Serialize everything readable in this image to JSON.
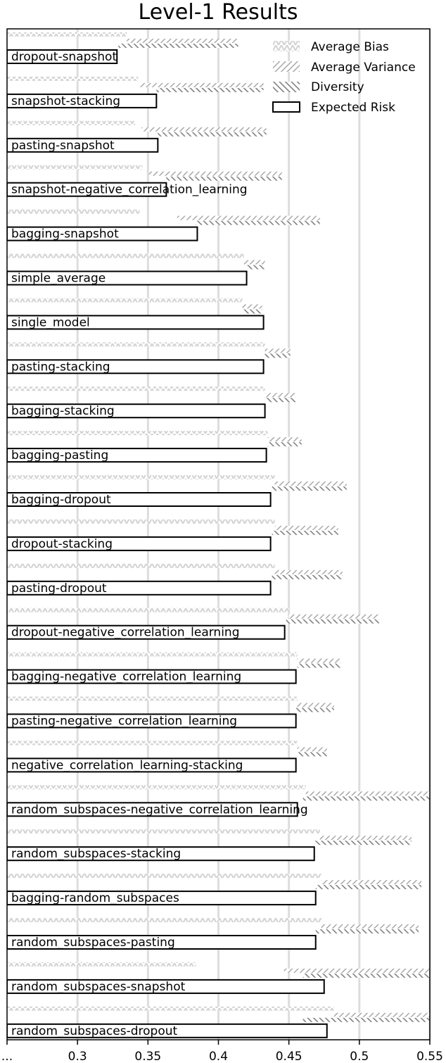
{
  "chart_data": {
    "type": "bar",
    "orientation": "horizontal",
    "title": "Level-1 Results",
    "xlabel": "",
    "ylabel": "",
    "xlim": [
      0.25,
      0.55
    ],
    "x_ticks": [
      0.3,
      0.35,
      0.4,
      0.45,
      0.5,
      0.55
    ],
    "x_tick_labels": [
      "...",
      "0.3",
      "0.35",
      "0.4",
      "0.45",
      "0.5",
      "0.55"
    ],
    "grid": "vertical",
    "legend_position": "top-right",
    "legend": [
      "Average Bias",
      "Average Variance",
      "Diversity",
      "Expected Risk"
    ],
    "colors": {
      "bias": "#d3d3d3",
      "variance": "#a9a9a9",
      "diversity": "#808080",
      "risk_edge": "#000000",
      "grid": "#dddddd"
    },
    "categories": [
      "dropout-snapshot",
      "snapshot-stacking",
      "pasting-snapshot",
      "snapshot-negative_correlation_learning",
      "bagging-snapshot",
      "simple_average",
      "single_model",
      "pasting-stacking",
      "bagging-stacking",
      "bagging-pasting",
      "bagging-dropout",
      "dropout-stacking",
      "pasting-dropout",
      "dropout-negative_correlation_learning",
      "bagging-negative_correlation_learning",
      "pasting-negative_correlation_learning",
      "negative_correlation_learning-stacking",
      "random_subspaces-negative_correlation_learning",
      "random_subspaces-stacking",
      "bagging-random_subspaces",
      "random_subspaces-pasting",
      "random_subspaces-snapshot",
      "random_subspaces-dropout"
    ],
    "series": [
      {
        "name": "Average Bias",
        "values": [
          0.335,
          0.343,
          0.341,
          0.346,
          0.344,
          0.418,
          0.417,
          0.433,
          0.433,
          0.435,
          0.44,
          0.44,
          0.44,
          0.45,
          0.456,
          0.456,
          0.456,
          0.462,
          0.472,
          0.473,
          0.473,
          0.384,
          0.482
        ]
      },
      {
        "name": "Average Variance",
        "values": [
          0.414,
          0.432,
          0.434,
          0.445,
          0.472,
          0.433,
          0.431,
          0.451,
          0.455,
          0.459,
          0.491,
          0.485,
          0.488,
          0.514,
          0.487,
          0.482,
          0.477,
          0.55,
          0.537,
          0.544,
          0.542,
          0.55,
          0.55
        ]
      },
      {
        "name": "Diversity",
        "values": [
          0.085,
          0.076,
          0.077,
          0.082,
          0.088,
          0.013,
          0.013,
          0.018,
          0.021,
          0.024,
          0.053,
          0.047,
          0.05,
          0.066,
          0.031,
          0.027,
          0.021,
          0.09,
          0.069,
          0.075,
          0.073,
          0.09,
          0.09
        ]
      },
      {
        "name": "Expected Risk",
        "values": [
          0.328,
          0.356,
          0.357,
          0.363,
          0.385,
          0.42,
          0.432,
          0.432,
          0.433,
          0.434,
          0.437,
          0.437,
          0.437,
          0.447,
          0.455,
          0.455,
          0.455,
          0.456,
          0.468,
          0.469,
          0.469,
          0.475,
          0.477
        ]
      }
    ]
  }
}
